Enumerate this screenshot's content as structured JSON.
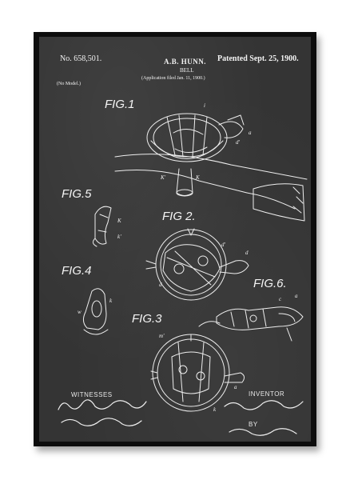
{
  "patent": {
    "number": "No. 658,501.",
    "inventor": "A.B. HUNN.",
    "patented": "Patented Sept. 25, 1900.",
    "title": "BELL",
    "application": "(Application filed Jan. 11, 1900.)",
    "model": "(No Model.)"
  },
  "figures": {
    "fig1": "FIG.1",
    "fig2": "FIG 2.",
    "fig3": "FIG.3",
    "fig4": "FIG.4",
    "fig5": "FIG.5",
    "fig6": "FIG.6."
  },
  "captions": {
    "witnesses": "WITNESSES",
    "inventor": "INVENTOR",
    "by": "BY"
  },
  "colors": {
    "frame": "#0d0d0d",
    "chalkboard": "#343434",
    "chalk": "#f2f2f2",
    "wall": "#ffffff"
  }
}
